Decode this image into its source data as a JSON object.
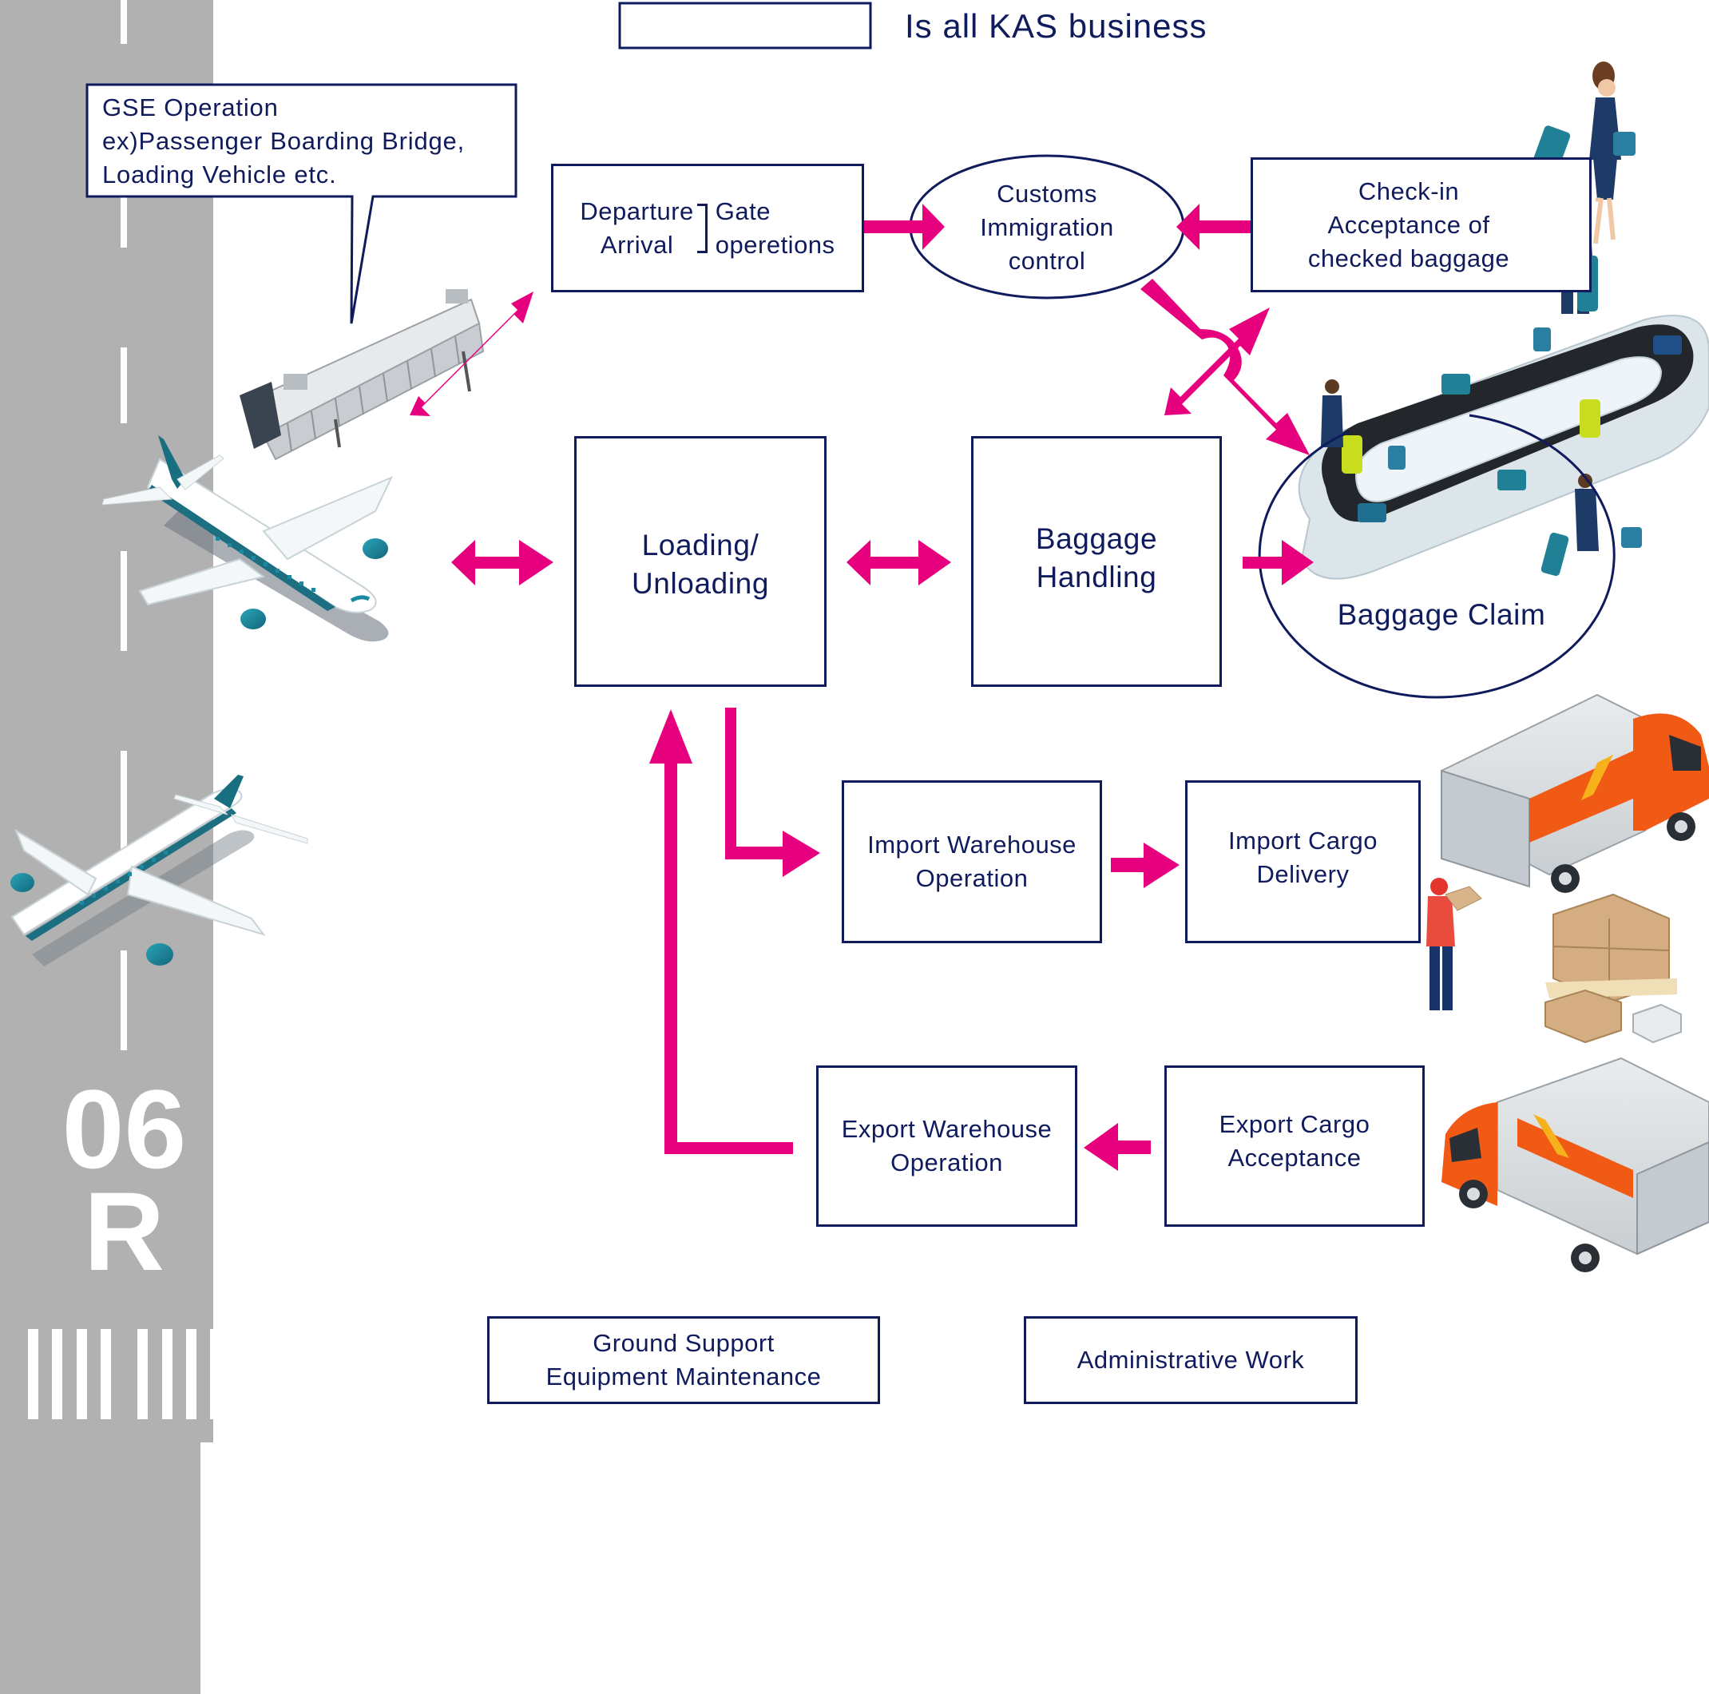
{
  "legend": {
    "text": "Is all KAS business"
  },
  "runway": {
    "designator_number": "06",
    "designator_side": "R"
  },
  "callout": {
    "lines": [
      "GSE Operation",
      "ex)Passenger Boarding Bridge,",
      "Loading Vehicle etc."
    ]
  },
  "nodes": {
    "gate": {
      "left_lines": [
        "Departure",
        "Arrival"
      ],
      "right_lines": [
        "Gate",
        "operetions"
      ]
    },
    "customs": {
      "lines": [
        "Customs",
        "Immigration",
        "control"
      ]
    },
    "checkin": {
      "lines": [
        "Check-in",
        "Acceptance of",
        "checked baggage"
      ]
    },
    "loading": {
      "lines": [
        "Loading/",
        "Unloading"
      ]
    },
    "baggage_handling": {
      "lines": [
        "Baggage",
        "Handling"
      ]
    },
    "baggage_claim": {
      "lines": [
        "Baggage Claim"
      ]
    },
    "import_warehouse": {
      "lines": [
        "Import Warehouse",
        "Operation"
      ]
    },
    "import_delivery": {
      "lines": [
        "Import Cargo",
        "Delivery"
      ]
    },
    "export_warehouse": {
      "lines": [
        "Export Warehouse",
        "Operation"
      ]
    },
    "export_acceptance": {
      "lines": [
        "Export Cargo",
        "Acceptance"
      ]
    },
    "gse_maintenance": {
      "lines": [
        "Ground Support",
        "Equipment Maintenance"
      ]
    },
    "admin": {
      "lines": [
        "Administrative Work"
      ]
    }
  },
  "illustrations": {
    "boarding_bridge": "boarding-bridge-illustration",
    "aircraft_parked": "aircraft-illustration",
    "aircraft_taxiing": "aircraft-illustration",
    "passengers": "passengers-illustration",
    "baggage_carousel": "baggage-carousel-illustration",
    "delivery_truck": "truck-illustration",
    "cargo_boxes": "cargo-boxes-illustration",
    "export_truck": "truck-illustration"
  },
  "colors": {
    "navy": "#0f1b5c",
    "magenta": "#e6007e",
    "runway_gray": "#b1b1b1",
    "truck_orange": "#f05a14",
    "teal": "#1b7f93"
  }
}
